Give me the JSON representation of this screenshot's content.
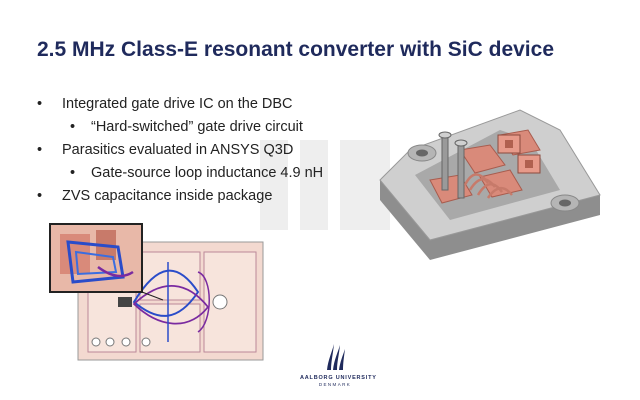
{
  "slide": {
    "title": "2.5 MHz Class-E resonant converter with SiC device",
    "bullets": [
      {
        "level": 1,
        "text": "Integrated gate drive IC on the DBC"
      },
      {
        "level": 2,
        "text": "“Hard-switched” gate drive circuit"
      },
      {
        "level": 1,
        "text": "Parasitics evaluated in ANSYS Q3D"
      },
      {
        "level": 2,
        "text": "Gate-source loop inductance 4.9 nH"
      },
      {
        "level": 1,
        "text": "ZVS capacitance inside package"
      }
    ]
  },
  "logo": {
    "name": "AALBORG UNIVERSITY",
    "sub": "DENMARK",
    "color": "#1f2a5c"
  },
  "colors": {
    "title": "#1f2a5c",
    "text": "#222222",
    "copper": "#d98a7a",
    "housing": "#bdbdbd"
  }
}
